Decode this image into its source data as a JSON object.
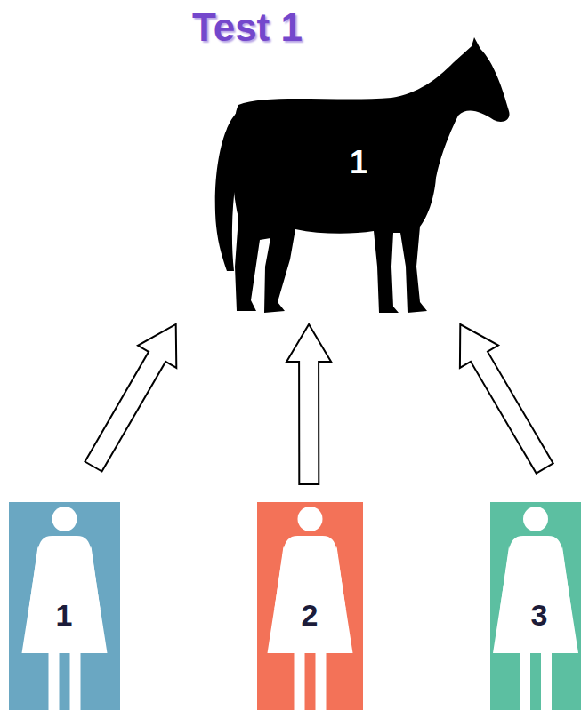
{
  "diagram": {
    "title": "Test 1",
    "nodes": [
      {
        "text": [
          "1"
        ]
      },
      {
        "text": [
          "1"
        ]
      },
      {
        "text": [
          "2"
        ]
      },
      {
        "text": [
          "3"
        ]
      }
    ],
    "edges": [
      {
        "from": 1,
        "to": 0,
        "arrow": "to"
      },
      {
        "from": 2,
        "to": 0,
        "arrow": "to"
      },
      {
        "from": 3,
        "to": 0,
        "arrow": "to"
      }
    ]
  }
}
